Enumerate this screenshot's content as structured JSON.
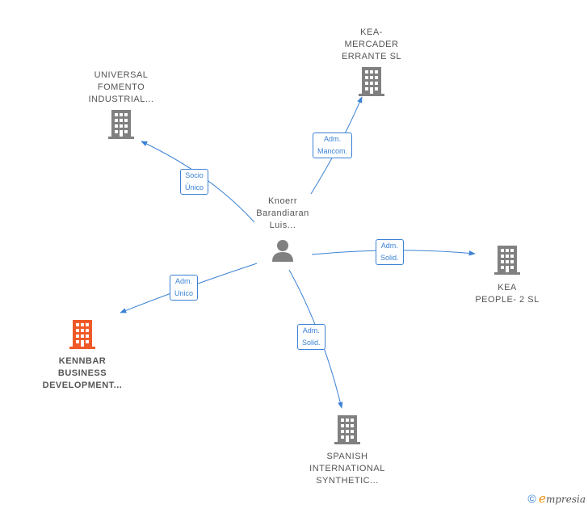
{
  "center": {
    "name": "Knoerr\nBarandiaran\nLuis...",
    "icon": "person-icon"
  },
  "companies": [
    {
      "id": "universal",
      "name": "UNIVERSAL\nFOMENTO\nINDUSTRIAL...",
      "icon": "building-icon",
      "color": "#808080"
    },
    {
      "id": "kea-mercader",
      "name": "KEA-\nMERCADER\nERRANTE  SL",
      "icon": "building-icon",
      "color": "#808080"
    },
    {
      "id": "kea-people",
      "name": "KEA\nPEOPLE- 2  SL",
      "icon": "building-icon",
      "color": "#808080"
    },
    {
      "id": "kennbar",
      "name": "KENNBAR\nBUSINESS\nDEVELOPMENT...",
      "icon": "building-icon",
      "color": "#f05a28"
    },
    {
      "id": "spanish",
      "name": "SPANISH\nINTERNATIONAL\nSYNTHETIC...",
      "icon": "building-icon",
      "color": "#808080"
    }
  ],
  "relations": [
    {
      "target": "universal",
      "label": "Socio\nÚnico"
    },
    {
      "target": "kea-mercader",
      "label": "Adm.\nMancom."
    },
    {
      "target": "kea-people",
      "label": "Adm.\nSolid."
    },
    {
      "target": "kennbar",
      "label": "Adm.\nUnico"
    },
    {
      "target": "spanish",
      "label": "Adm.\nSolid."
    }
  ],
  "colors": {
    "edge": "#3b82d4",
    "node": "#808080",
    "highlight": "#f05a28"
  },
  "footer": {
    "copyright": "©",
    "brand_first": "e",
    "brand_rest": "mpresia"
  }
}
